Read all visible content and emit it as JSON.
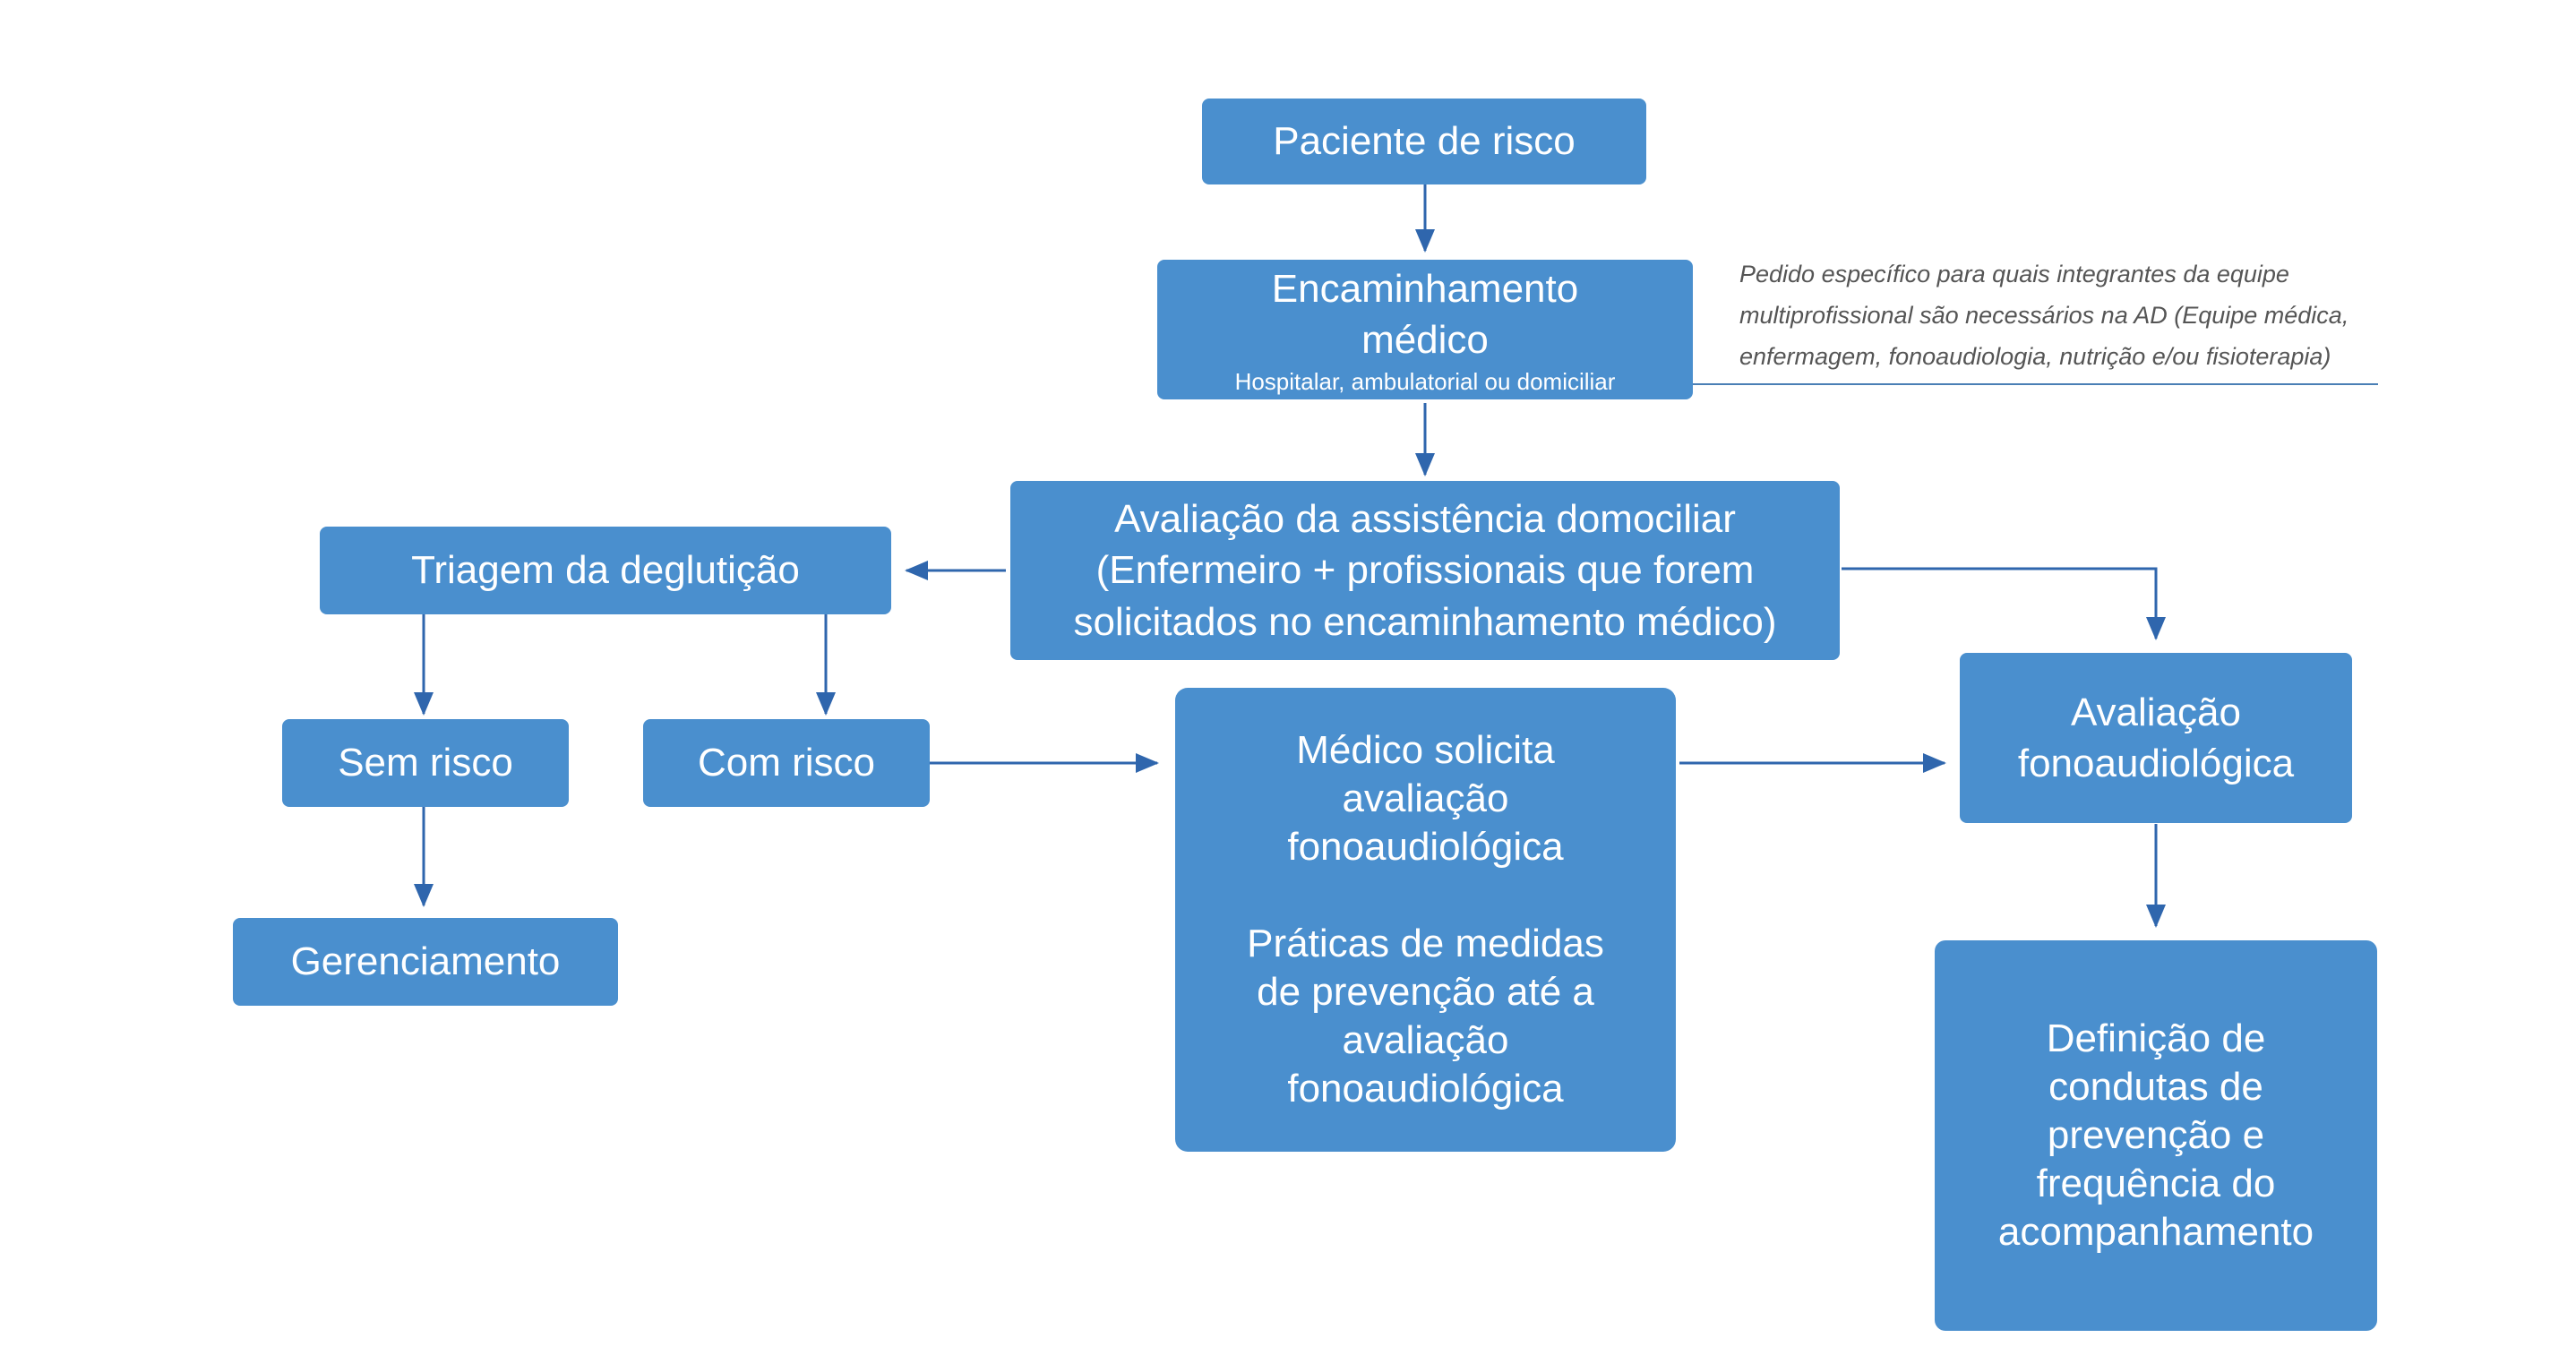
{
  "nodes": {
    "paciente": {
      "label": "Paciente de risco"
    },
    "encaminhamento": {
      "label": "Encaminhamento\nmédico",
      "sublabel": "Hospitalar, ambulatorial ou domiciliar"
    },
    "avaliacao_ad": {
      "label": "Avaliação da assistência domociliar\n(Enfermeiro + profissionais que forem\nsolicitados no encaminhamento médico)"
    },
    "triagem": {
      "label": "Triagem da deglutição"
    },
    "sem_risco": {
      "label": "Sem risco"
    },
    "com_risco": {
      "label": "Com risco"
    },
    "gerenciamento": {
      "label": "Gerenciamento"
    },
    "medico_solicita": {
      "label": "Médico solicita\navaliação\nfonoaudiológica\n\nPráticas de medidas\nde prevenção até a\navaliação\nfonoaudiológica"
    },
    "avaliacao_fono": {
      "label": "Avaliação\nfonoaudiológica"
    },
    "definicao": {
      "label": "Definição de\ncondutas de\nprevenção e\nfrequência do\nacompanhamento"
    }
  },
  "note": {
    "text": "Pedido específico para quais integrantes da equipe\nmultiprofissional são necessários na AD (Equipe médica,\nenfermagem, fonoaudiologia, nutrição e/ou fisioterapia)"
  },
  "colors": {
    "box_fill": "#4a8fce",
    "box_text": "#ffffff",
    "arrow": "#2f66ad",
    "note_text": "#555555",
    "note_line": "#4a7fb5"
  }
}
